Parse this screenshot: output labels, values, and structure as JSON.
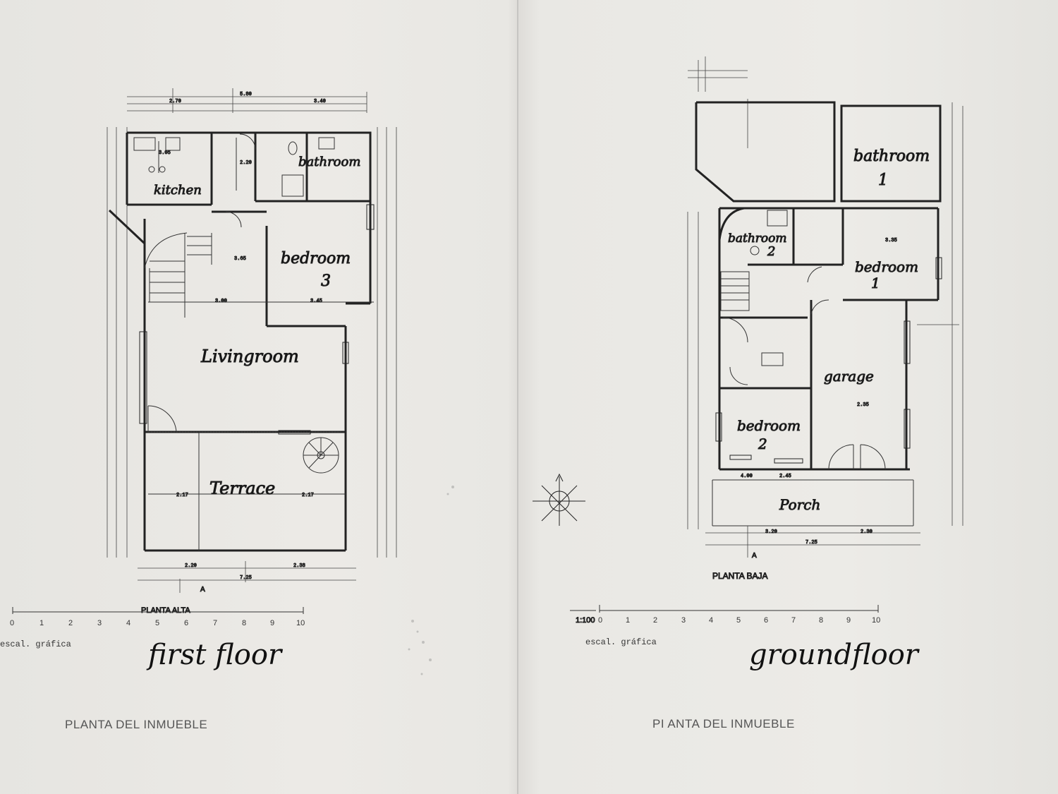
{
  "first_floor": {
    "handwritten_title": "first floor",
    "plan_title": "PLANTA ALTA",
    "scale_label": "escal. gráfica",
    "scale_ticks": [
      "0",
      "1",
      "2",
      "3",
      "4",
      "5",
      "6",
      "7",
      "8",
      "9",
      "10"
    ],
    "caption": "PLANTA DEL INMUEBLE",
    "rooms": {
      "kitchen": "kitchen",
      "bathroom": "bathroom",
      "bedroom3_a": "bedroom",
      "bedroom3_b": "3",
      "livingroom": "Livingroom",
      "terrace": "Terrace"
    },
    "dimensions": {
      "overall_width": "5.80",
      "top_left": "2.70",
      "top_right": "3.40",
      "bottom_left": "2.20",
      "bottom_right": "2.38",
      "bottom_total": "7.25",
      "d1": "3.05",
      "d2": "2.20",
      "d3": "3.65",
      "d4": "3.00",
      "d5": "3.45",
      "d6": "2.17",
      "d7": "2.17"
    },
    "section_marker": "A"
  },
  "ground_floor": {
    "handwritten_title": "groundfloor",
    "plan_title": "PLANTA BAJA",
    "scale_prefix": "1:100",
    "scale_label": "escal. gráfica",
    "scale_ticks": [
      "0",
      "1",
      "2",
      "3",
      "4",
      "5",
      "6",
      "7",
      "8",
      "9",
      "10"
    ],
    "caption": "PI ANTA DEL INMUEBLE",
    "rooms": {
      "bathroom1_a": "bathroom",
      "bathroom1_b": "1",
      "bathroom2_a": "bathroom",
      "bathroom2_b": "2",
      "bedroom1_a": "bedroom",
      "bedroom1_b": "1",
      "bedroom2_a": "bedroom",
      "bedroom2_b": "2",
      "garage": "garage",
      "porch": "Porch"
    },
    "dimensions": {
      "d1": "3.35",
      "d2": "2.35",
      "d3": "4.00",
      "d4": "2.45",
      "d5": "7.25",
      "d6": "3.20",
      "d7": "2.30"
    },
    "section_marker": "A"
  }
}
